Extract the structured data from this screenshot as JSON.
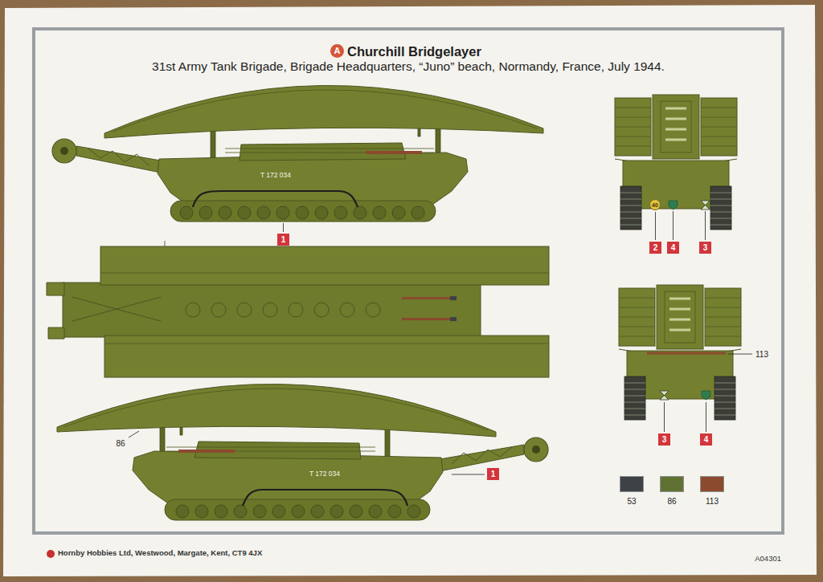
{
  "diagram": {
    "title": "Churchill Bridgelayer",
    "nodes": [
      {
        "text": [
          "A"
        ]
      },
      {
        "text": [
          "40"
        ]
      },
      {
        "text": [
          "1"
        ]
      },
      {
        "text": [
          "2"
        ]
      },
      {
        "text": [
          "4"
        ]
      },
      {
        "text": [
          "3"
        ]
      },
      {
        "text": [
          "3"
        ]
      },
      {
        "text": [
          "4"
        ]
      },
      {
        "text": [
          "1"
        ]
      }
    ],
    "labels": [
      "31st Army Tank Brigade, Brigade Headquarters, “Juno” beach, Normandy, France, July 1944.",
      "T 172 034",
      "113",
      "86",
      "T 172 034",
      "Hornby Hobbies Ltd, Westwood, Margate, Kent, CT9 4JX",
      "A04301"
    ],
    "legend": [
      {
        "text": "53",
        "color": "#3d4247"
      },
      {
        "text": "86",
        "color": "#5f7233"
      },
      {
        "text": "113",
        "color": "#8b4a2e"
      }
    ]
  }
}
